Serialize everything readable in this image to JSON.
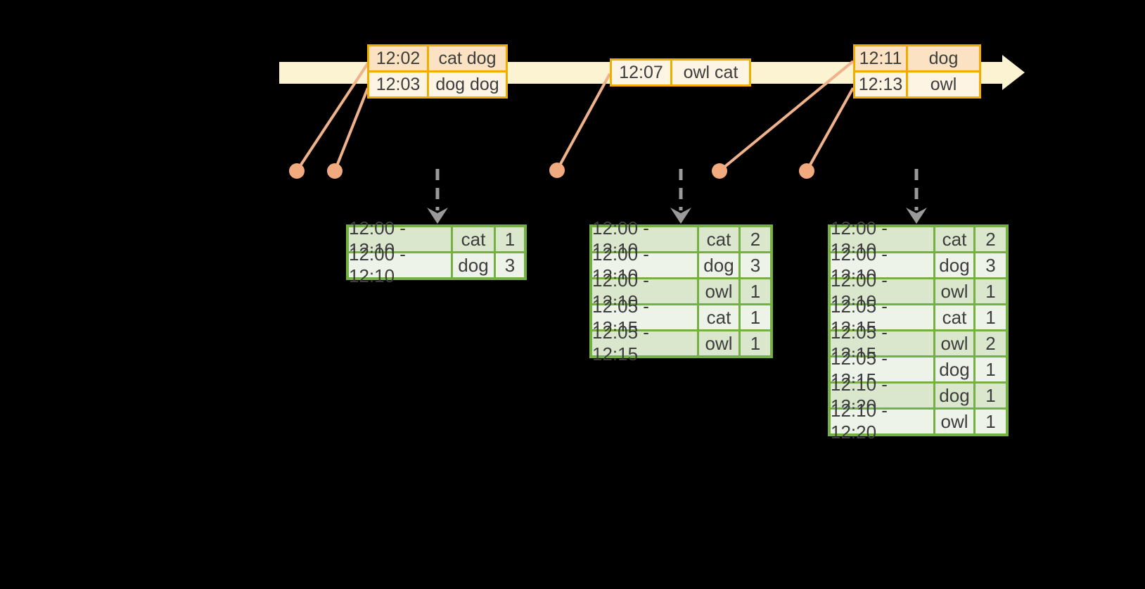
{
  "background": "#000000",
  "colors": {
    "timeline_fill": "#fbf3d1",
    "event_table_border": "#f0ad00",
    "event_row_peach": "#fae2c2",
    "event_row_cream": "#fdf4e4",
    "connector_line": "#efb28b",
    "event_dot": "#f2ab7e",
    "trigger_arrow_gray": "#9a9a9a",
    "result_table_border": "#74b042",
    "result_row_dark": "#dae7cd",
    "result_row_light": "#eef3e9",
    "text": "#3d3d3d"
  },
  "icons": {
    "timeline_arrowhead": "right-arrow",
    "trigger_arrow": "dashed-down-arrow"
  },
  "timeline": {
    "event_tables": [
      {
        "rows": [
          {
            "time": "12:02",
            "words": "cat dog"
          },
          {
            "time": "12:03",
            "words": "dog dog"
          }
        ]
      },
      {
        "rows": [
          {
            "time": "12:07",
            "words": "owl cat"
          }
        ]
      },
      {
        "rows": [
          {
            "time": "12:11",
            "words": "dog"
          },
          {
            "time": "12:13",
            "words": "owl"
          }
        ]
      }
    ]
  },
  "result_tables": [
    {
      "rows": [
        {
          "window": "12:00 - 12:10",
          "word": "cat",
          "count": "1"
        },
        {
          "window": "12:00 - 12:10",
          "word": "dog",
          "count": "3"
        }
      ]
    },
    {
      "rows": [
        {
          "window": "12:00 - 12:10",
          "word": "cat",
          "count": "2"
        },
        {
          "window": "12:00 - 12:10",
          "word": "dog",
          "count": "3"
        },
        {
          "window": "12:00 - 12:10",
          "word": "owl",
          "count": "1"
        },
        {
          "window": "12:05 - 12:15",
          "word": "cat",
          "count": "1"
        },
        {
          "window": "12:05 - 12:15",
          "word": "owl",
          "count": "1"
        }
      ]
    },
    {
      "rows": [
        {
          "window": "12:00 - 12:10",
          "word": "cat",
          "count": "2"
        },
        {
          "window": "12:00 - 12:10",
          "word": "dog",
          "count": "3"
        },
        {
          "window": "12:00 - 12:10",
          "word": "owl",
          "count": "1"
        },
        {
          "window": "12:05 - 12:15",
          "word": "cat",
          "count": "1"
        },
        {
          "window": "12:05 - 12:15",
          "word": "owl",
          "count": "2"
        },
        {
          "window": "12:05 - 12:15",
          "word": "dog",
          "count": "1"
        },
        {
          "window": "12:10 - 12:20",
          "word": "dog",
          "count": "1"
        },
        {
          "window": "12:10 - 12:20",
          "word": "owl",
          "count": "1"
        }
      ]
    }
  ]
}
